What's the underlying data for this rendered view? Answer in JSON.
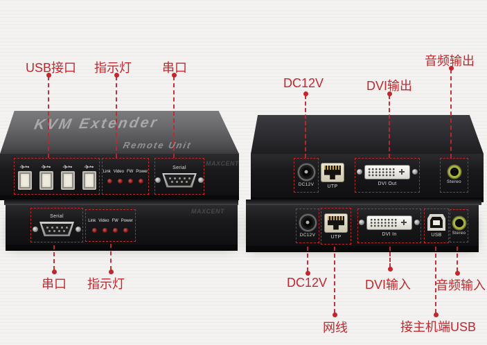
{
  "colors": {
    "accent_red": "#c2272d",
    "background": "#f3f2f0",
    "panel_black": "#19191b",
    "top_surface_gray": "#6b6b6e",
    "stereo_green": "#a9b43c",
    "led_red": "#8d1717"
  },
  "device_text": {
    "model": "KVM Extender",
    "unit": "Remote Unit",
    "brand": "MAXCENT",
    "serial": "Serial",
    "led_words": [
      "Link",
      "Video",
      "FW",
      "Power"
    ],
    "dc": "DC12V",
    "utp": "UTP",
    "dvi_out": "DVI Out",
    "dvi_in": "DVI In",
    "usb_b": "USB",
    "stereo": "Stereo"
  },
  "annotations": {
    "usb_ports": "USB接口",
    "indicators_top": "指示灯",
    "serial_top": "串口",
    "audio_output": "音频输出",
    "dc12v_top": "DC12V",
    "dvi_output": "DVI输出",
    "serial_bottom": "串口",
    "indicators_bottom": "指示灯",
    "dc12v_bottom": "DC12V",
    "network_cable": "网线",
    "dvi_input": "DVI输入",
    "host_usb": "接主机端USB",
    "audio_input": "音频输入"
  }
}
